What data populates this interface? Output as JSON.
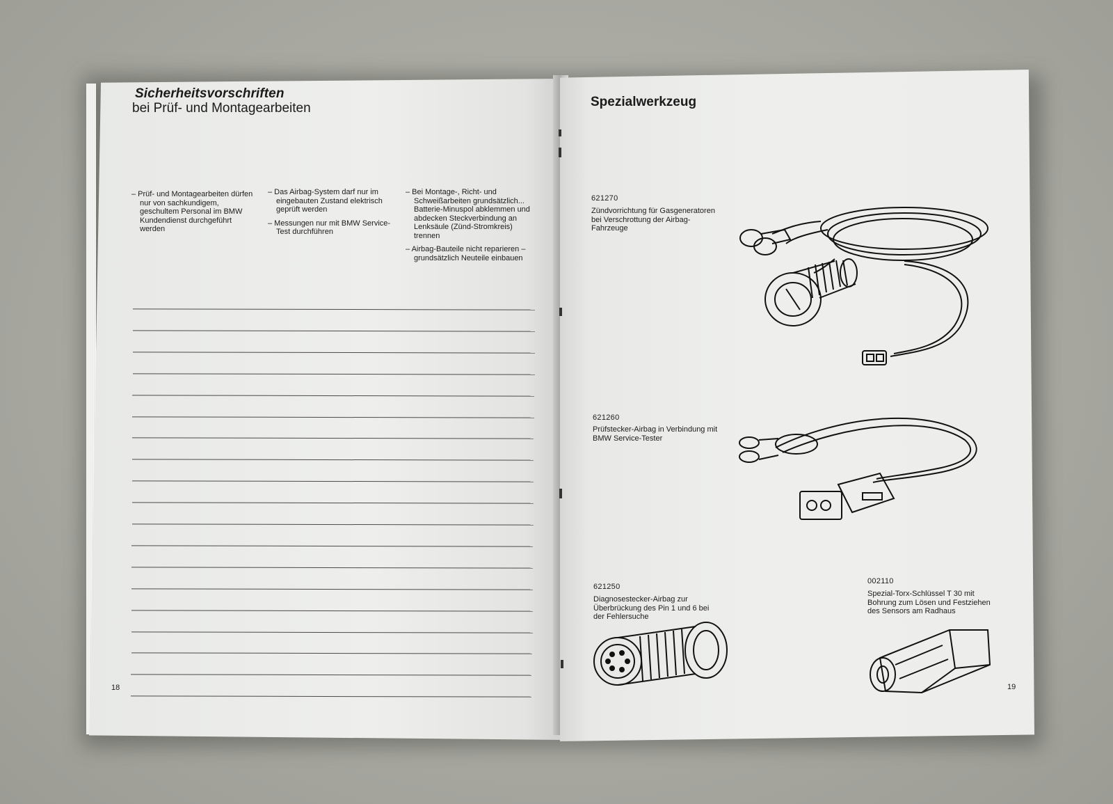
{
  "left_page": {
    "title_bold": "Sicherheitsvorschriften",
    "title_sub": "bei Prüf- und Montagearbeiten",
    "column1": [
      "– Prüf- und Montagearbeiten dürfen nur von sachkundigem, geschultem Personal im BMW Kundendienst durchgeführt werden"
    ],
    "column2": [
      "– Das Airbag-System darf nur im eingebauten Zustand elektrisch geprüft werden",
      "– Messungen nur mit BMW Service-Test durchführen"
    ],
    "column3": [
      "– Bei Montage-, Richt- und Schweißarbeiten grundsätzlich... Batterie-Minuspol abklemmen und abdecken Steckverbindung an Lenksäule (Zünd-Stromkreis) trennen",
      "– Airbag-Bauteile nicht reparieren – grundsätzlich Neuteile einbauen"
    ],
    "page_number": "18"
  },
  "right_page": {
    "title": "Spezialwerkzeug",
    "tools": [
      {
        "number": "621270",
        "description": "Zündvorrichtung für Gasgeneratoren bei Verschrottung der Airbag-Fahrzeuge",
        "drawing_icon": "igniter-cable-icon"
      },
      {
        "number": "621260",
        "description": "Prüfstecker-Airbag in Verbindung mit BMW Service-Tester",
        "drawing_icon": "test-plug-cable-icon"
      },
      {
        "number": "621250",
        "description": "Diagnosestecker-Airbag zur Überbrückung des Pin 1 und 6 bei der Fehlersuche",
        "drawing_icon": "diagnostic-plug-icon"
      },
      {
        "number": "002110",
        "description": "Spezial-Torx-Schlüssel T 30 mit Bohrung zum Lösen und Festziehen des Sensors am Radhaus",
        "drawing_icon": "torx-bit-icon"
      }
    ],
    "page_number": "19"
  }
}
